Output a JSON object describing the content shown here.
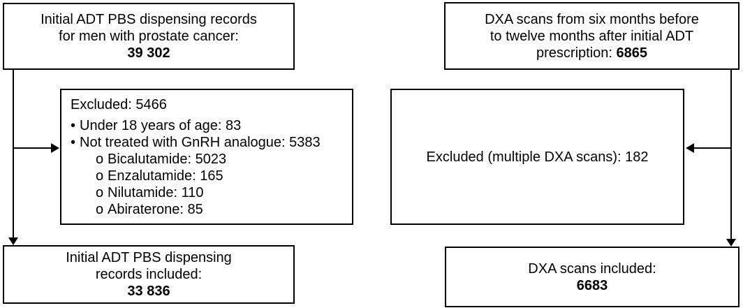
{
  "palette": {
    "background": "#ffffff",
    "line_color": "#000000",
    "text_color": "#000000"
  },
  "left_flow": {
    "top_box": {
      "line1": "Initial ADT PBS dispensing records",
      "line2": "for men with prostate cancer:",
      "count": "39 302"
    },
    "excluded_box": {
      "header": "Excluded: 5466",
      "bullet_glyph": "•",
      "sub_bullet_glyph": "o",
      "item1": "Under 18 years of age: 83",
      "item2": "Not treated with GnRH analogue: 5383",
      "sub_item1": "Bicalutamide: 5023",
      "sub_item2": "Enzalutamide: 165",
      "sub_item3": "Nilutamide: 110",
      "sub_item4": "Abiraterone: 85"
    },
    "bottom_box": {
      "line1": "Initial ADT PBS dispensing",
      "line2": "records included:",
      "count": "33 836"
    }
  },
  "right_flow": {
    "top_box": {
      "line1": "DXA scans from six months before",
      "line2": "to twelve months after initial ADT",
      "line3_label": "prescription: ",
      "count": "6865"
    },
    "excluded_box": {
      "label": "Excluded (multiple DXA scans): 182"
    },
    "bottom_box": {
      "line1": "DXA scans included:",
      "count": "6683"
    }
  }
}
